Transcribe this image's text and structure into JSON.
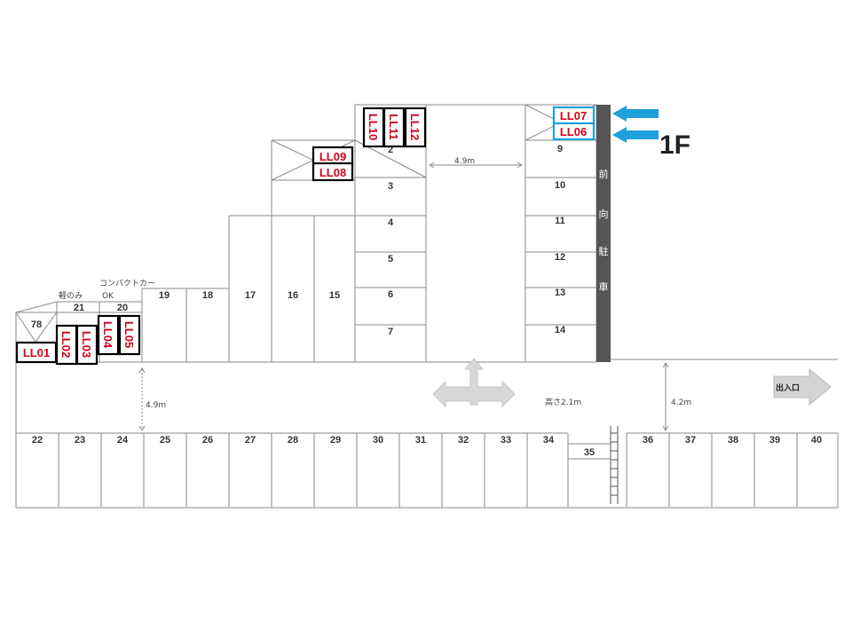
{
  "floor_label": "1F",
  "spaces": {
    "s2": "2",
    "s3": "3",
    "s4": "4",
    "s5": "5",
    "s6": "6",
    "s7": "7",
    "s9": "9",
    "s10": "10",
    "s11": "11",
    "s12": "12",
    "s13": "13",
    "s14": "14",
    "s15": "15",
    "s16": "16",
    "s17": "17",
    "s18": "18",
    "s19": "19",
    "s20": "20",
    "s21": "21",
    "s78": "78",
    "s22": "22",
    "s23": "23",
    "s24": "24",
    "s25": "25",
    "s26": "26",
    "s27": "27",
    "s28": "28",
    "s29": "29",
    "s30": "30",
    "s31": "31",
    "s32": "32",
    "s33": "33",
    "s34": "34",
    "s35": "35",
    "s36": "36",
    "s37": "37",
    "s38": "38",
    "s39": "39",
    "s40": "40"
  },
  "labels": {
    "ll01": "LL01",
    "ll02": "LL02",
    "ll03": "LL03",
    "ll04": "LL04",
    "ll05": "LL05",
    "ll06": "LL06",
    "ll07": "LL07",
    "ll08": "LL08",
    "ll09": "LL09",
    "ll10": "LL10",
    "ll11": "LL11",
    "ll12": "LL12"
  },
  "notes": {
    "kei": "軽のみ",
    "compact": "コンパクトカー",
    "ok": "OK",
    "width_top": "4.9m",
    "width_left": "4.9m",
    "height_limit": "高さ2.1m",
    "width_right": "4.2m",
    "exit": "出入口",
    "front_parking": [
      "前",
      "向",
      "駐",
      "車"
    ]
  },
  "colors": {
    "label_text": "#d0021b",
    "arrow_blue": "#1ea0dc",
    "wall_dark": "#555555"
  }
}
